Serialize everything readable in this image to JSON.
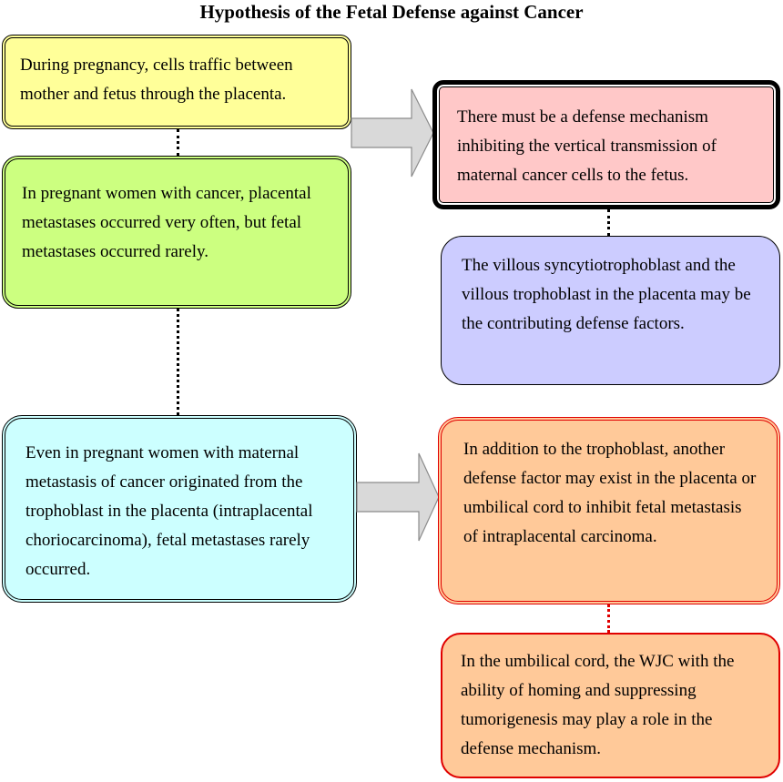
{
  "title": "Hypothesis of the Fetal Defense against Cancer",
  "boxes": {
    "pregnancy_traffic": "During pregnancy, cells traffic between mother and fetus through the placenta.",
    "placental_metastases": "In pregnant women with cancer, placental metastases occurred very often, but fetal metastases occurred rarely.",
    "defense_mechanism": "There must be a defense mechanism inhibiting the vertical transmission of maternal cancer cells to the fetus.",
    "trophoblast_factors": "The villous syncytiotrophoblast and the villous trophoblast in the placenta may be the contributing defense factors.",
    "choriocarcinoma": "Even in pregnant women with maternal metastasis of cancer originated from the trophoblast in the placenta (intraplacental choriocarcinoma), fetal metastases rarely occurred.",
    "another_factor": "In addition to the trophoblast, another defense factor may exist in the placenta or umbilical cord to inhibit fetal metastasis of intraplacental carcinoma.",
    "wjc_role": "In the umbilical cord, the WJC with the ability of homing and suppressing tumorigenesis may play a role in the defense mechanism."
  },
  "colors": {
    "yellow": "#ffff99",
    "green": "#ccff80",
    "pink": "#ffc8c8",
    "lavender": "#ccccff",
    "cyan": "#ccffff",
    "orange": "#ffc999",
    "red_border": "#e00000",
    "arrow_fill": "#d9d9d9"
  }
}
